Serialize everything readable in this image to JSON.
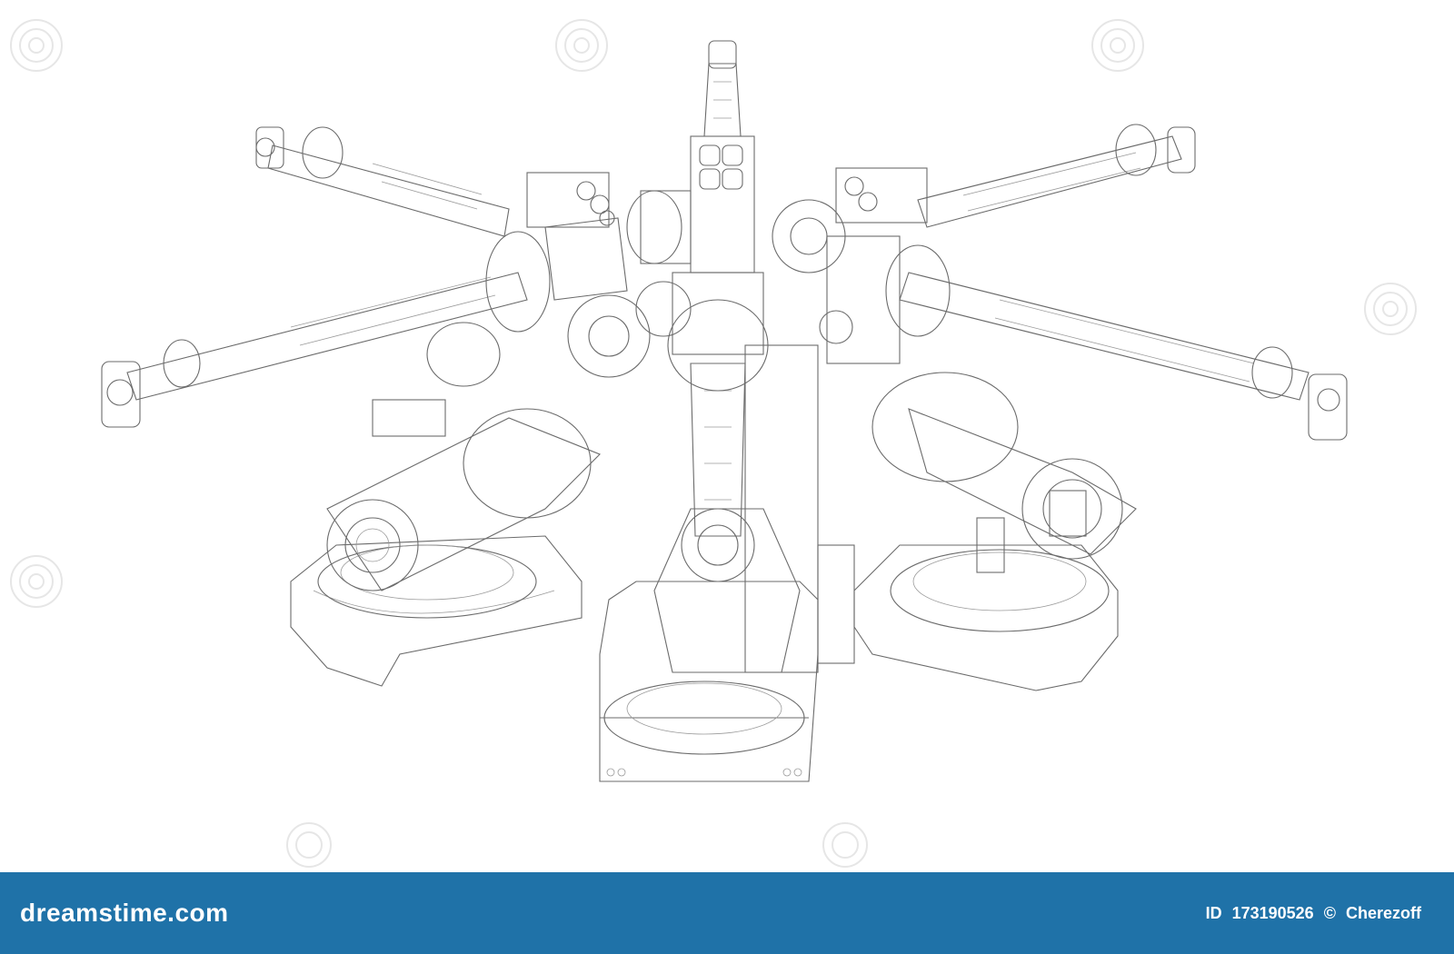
{
  "watermark": {
    "brand": "dreamstime.com",
    "image_id_label": "ID",
    "image_id": "173190526",
    "copyright_symbol": "©",
    "author": "Cherezoff"
  },
  "colors": {
    "footer_bg": "#1f72a8",
    "footer_text": "#ffffff",
    "line_art": "#6b6b6b",
    "watermark_mark": "#e6e6e6"
  },
  "icons": [
    "watermark-swirl-icon"
  ]
}
